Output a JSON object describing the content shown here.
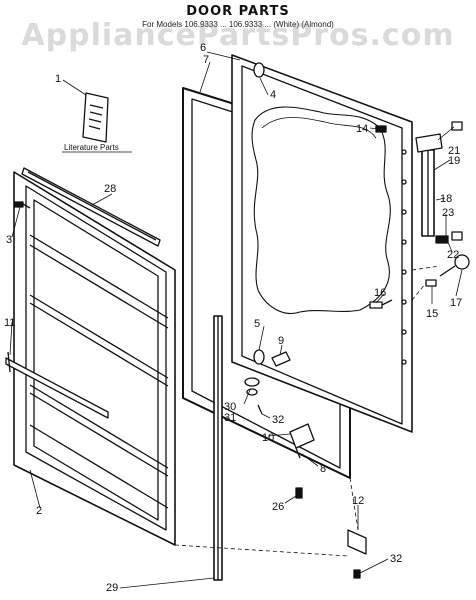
{
  "header": {
    "title": "DOOR PARTS",
    "subtitle": "For Models 106.9333 ... 106.9333 ... (White) (Almond)"
  },
  "watermark": "AppliancePartsPros.com",
  "literature_label": "Literature Parts",
  "callouts": {
    "p1": "1",
    "p2": "2",
    "p3": "3",
    "p4": "4",
    "p5": "5",
    "p6": "6",
    "p7": "7",
    "p8": "8",
    "p9": "9",
    "p10": "10",
    "p11": "11",
    "p12": "12",
    "p14": "14",
    "p15": "15",
    "p16": "16",
    "p17": "17",
    "p18": "18",
    "p19": "19",
    "p21": "21",
    "p22": "22",
    "p23": "23",
    "p26": "26",
    "p28": "28",
    "p29": "29",
    "p30": "30",
    "p31": "31",
    "p32a": "32",
    "p32b": "32"
  }
}
